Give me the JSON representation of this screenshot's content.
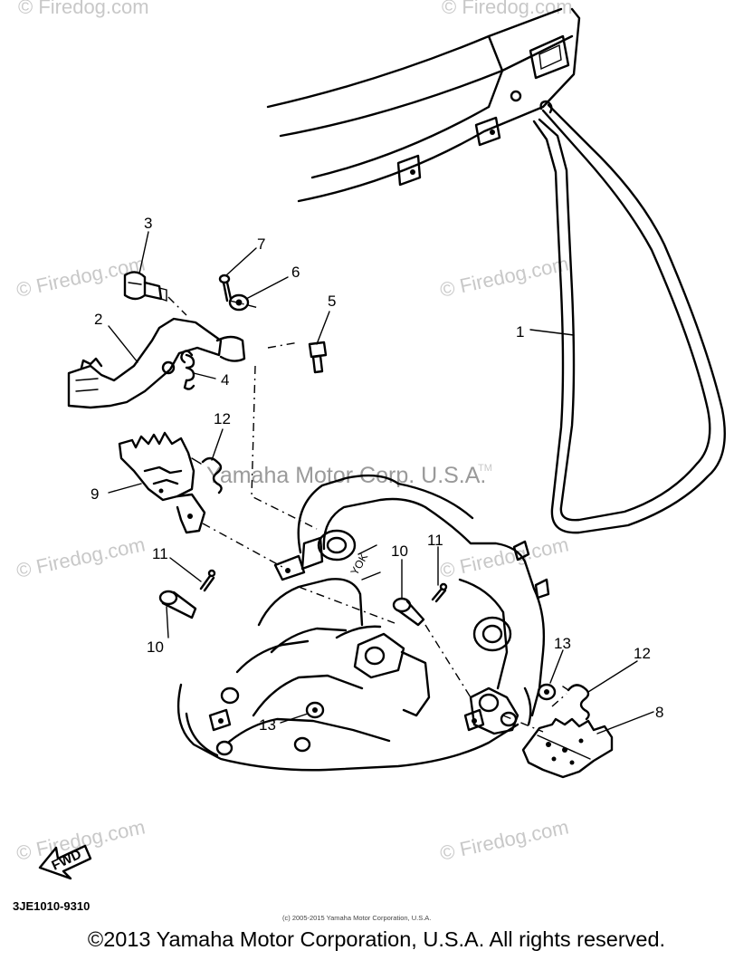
{
  "callouts": [
    {
      "number": "1"
    },
    {
      "number": "2"
    },
    {
      "number": "3"
    },
    {
      "number": "4"
    },
    {
      "number": "5"
    },
    {
      "number": "6"
    },
    {
      "number": "7"
    },
    {
      "number": "8"
    },
    {
      "number": "9"
    },
    {
      "number": "10"
    },
    {
      "number": "10"
    },
    {
      "number": "11"
    },
    {
      "number": "11"
    },
    {
      "number": "12"
    },
    {
      "number": "12"
    },
    {
      "number": "13"
    },
    {
      "number": "13"
    }
  ],
  "watermarks": {
    "site": "© Firedog.com",
    "manufacturer": "Yamaha Motor Corp. U.S.A.",
    "tm": "TM"
  },
  "diagram_code": "3JE1010-9310",
  "fwd_label": "FWD",
  "frame_mark": "YOK",
  "small_copyright": "(c) 2005-2015 Yamaha Motor Corporation, U.S.A.",
  "footer_copyright": "©2013 Yamaha Motor Corporation, U.S.A. All rights reserved."
}
